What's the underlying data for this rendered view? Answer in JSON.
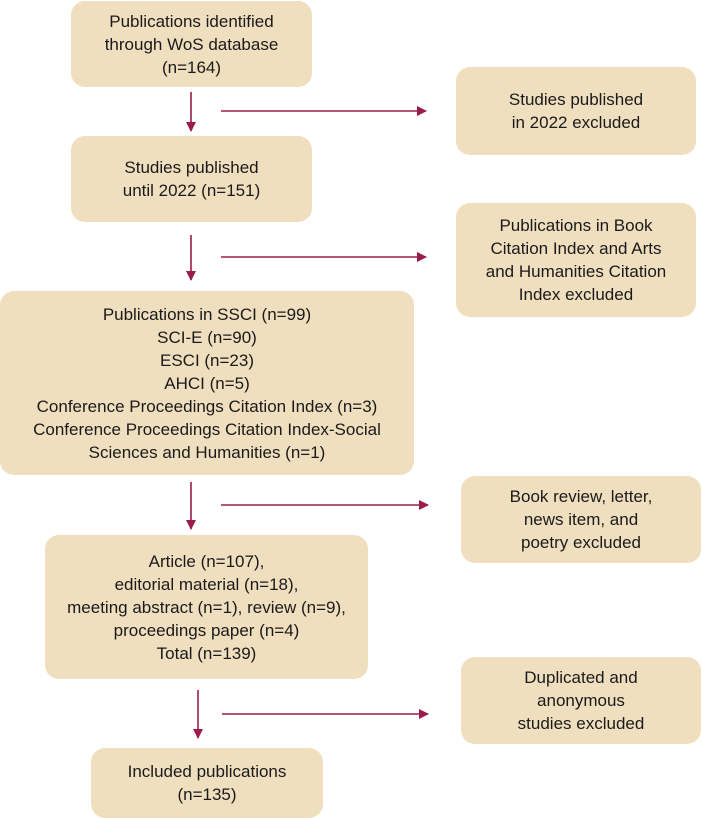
{
  "colors": {
    "box_fill": "#f0dfbe",
    "arrow": "#9b1c4a"
  },
  "main_flow": [
    {
      "id": "identified",
      "lines": [
        "Publications identified",
        "through WoS database",
        "(n=164)"
      ]
    },
    {
      "id": "until2022",
      "lines": [
        "Studies published",
        "until 2022 (n=151)"
      ]
    },
    {
      "id": "indexes",
      "lines": [
        "Publications in SSCI (n=99)",
        "SCI-E (n=90)",
        "ESCI (n=23)",
        "AHCI (n=5)",
        "Conference Proceedings Citation Index (n=3)",
        "Conference Proceedings Citation Index-Social",
        "Sciences and Humanities (n=1)"
      ]
    },
    {
      "id": "types",
      "lines": [
        "Article (n=107),",
        "editorial material (n=18),",
        "meeting abstract (n=1), review (n=9),",
        "proceedings paper (n=4)",
        "Total (n=139)"
      ]
    },
    {
      "id": "included",
      "lines": [
        "Included publications",
        "(n=135)"
      ]
    }
  ],
  "exclusions": [
    {
      "id": "excl2022",
      "lines": [
        "Studies published",
        "in 2022 excluded"
      ]
    },
    {
      "id": "exclbook",
      "lines": [
        "Publications in Book",
        "Citation Index and Arts",
        "and Humanities Citation",
        "Index excluded"
      ]
    },
    {
      "id": "excltype",
      "lines": [
        "Book review, letter,",
        "news item, and",
        "poetry excluded"
      ]
    },
    {
      "id": "excldup",
      "lines": [
        "Duplicated and",
        "anonymous",
        "studies excluded"
      ]
    }
  ]
}
